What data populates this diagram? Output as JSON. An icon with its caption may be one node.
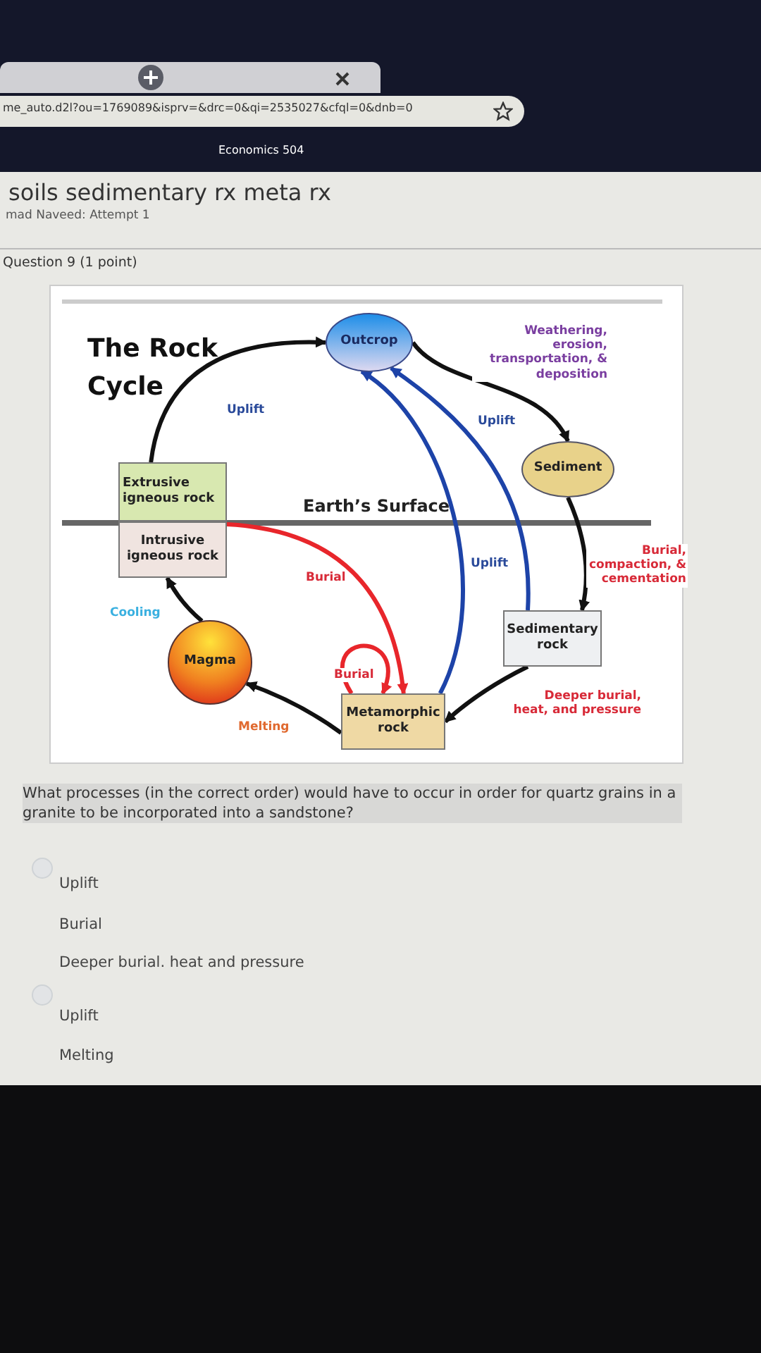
{
  "diagram": {
    "title": "The Rock Cycle",
    "nodes": [
      {
        "text": [
          "Outcrop"
        ]
      },
      {
        "text": [
          "Sediment"
        ]
      },
      {
        "text": [
          "Extrusive igneous rock"
        ]
      },
      {
        "text": [
          "Intrusive igneous rock"
        ]
      },
      {
        "text": [
          "Sedimentary rock"
        ]
      },
      {
        "text": [
          "Magma"
        ]
      },
      {
        "text": [
          "Metamorphic rock"
        ]
      }
    ],
    "edges": [
      {
        "from": 2,
        "to": 0,
        "arrow": "to",
        "label": "Uplift"
      },
      {
        "from": 0,
        "to": 1,
        "arrow": "to",
        "label": "Weathering, erosion, transportation, & deposition"
      },
      {
        "from": 1,
        "to": 4,
        "arrow": "to",
        "label": "Burial, compaction, & cementation"
      },
      {
        "from": 4,
        "to": 6,
        "arrow": "to",
        "label": "Deeper burial, heat, and pressure"
      },
      {
        "from": 6,
        "to": 5,
        "arrow": "to",
        "label": "Melting"
      },
      {
        "from": 5,
        "to": 3,
        "arrow": "to",
        "label": "Cooling"
      },
      {
        "from": 3,
        "to": 6,
        "arrow": "to",
        "label": "Burial",
        "color": "#e8262b"
      },
      {
        "from": 6,
        "to": 6,
        "arrow": "to",
        "label": "Burial",
        "color": "#e8262b"
      },
      {
        "from": 6,
        "to": 0,
        "arrow": "to",
        "label": "Uplift",
        "color": "#1d43a8"
      },
      {
        "from": 4,
        "to": 0,
        "arrow": "to",
        "label": "Uplift",
        "color": "#1d43a8"
      }
    ],
    "labels": [
      "me_auto.d2l?ou=1769089&isprv=&drc=0&qi=2535027&cfql=0&dnb=0",
      "Economics 504",
      "soils sedimentary rx meta rx",
      "mad Naveed: Attempt 1",
      "Question 9 (1 point)",
      "Earth’s Surface",
      "What processes (in the correct order) would have to occur in order for quartz grains in a granite to be incorporated into a sandstone?",
      "Uplift",
      "Burial",
      "Deeper burial. heat and pressure",
      "Uplift",
      "Melting"
    ]
  }
}
